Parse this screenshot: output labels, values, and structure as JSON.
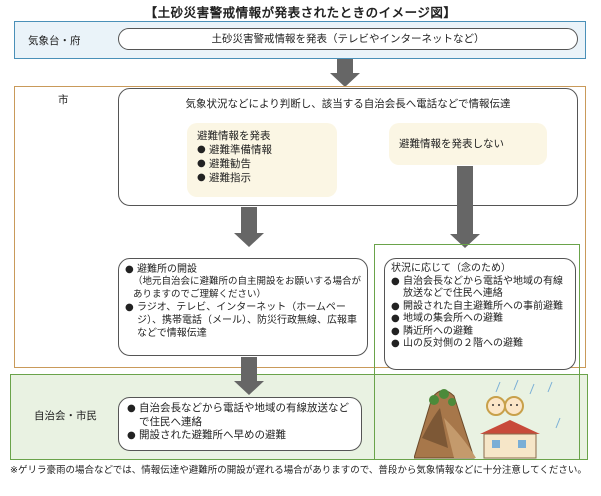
{
  "title": "【土砂災害警戒情報が発表されたときのイメージ図】",
  "agency": {
    "label": "気象台・府",
    "box": "土砂災害警戒情報を発表（テレビやインターネットなど）"
  },
  "city": {
    "label": "市",
    "top_box": "気象状況などにより判断し、該当する自治会長へ電話などで情報伝達",
    "issue": {
      "heading": "避難情報を発表",
      "items": [
        "避難準備情報",
        "避難勧告",
        "避難指示"
      ]
    },
    "no_issue": "避難情報を発表しない",
    "shelter": {
      "items": [
        "避難所の開設",
        "ラジオ、テレビ、インターネット（ホームページ）、携帯電話（メール）、防災行政無線、広報車などで情報伝達"
      ],
      "note": "（地元自治会に避難所の自主開設をお願いする場合がありますのでご理解ください）"
    }
  },
  "situation": {
    "heading": "状況に応じて（念のため）",
    "items": [
      "自治会長などから電話や地域の有線放送などで住民へ連絡",
      "開設された自主避難所への事前避難",
      "地域の集会所への避難",
      "隣近所への避難",
      "山の反対側の２階への避難"
    ]
  },
  "residents": {
    "label": "自治会・市民",
    "items": [
      "自治会長などから電話や地域の有線放送などで住民へ連絡",
      "開設された避難所へ早めの避難"
    ]
  },
  "footnote": "※ゲリラ豪雨の場合などでは、情報伝達や避難所の開設が遅れる場合がありますので、普段から気象情報などに十分注意してください。",
  "colors": {
    "agency_border": "#4a90b8",
    "city_border": "#c99a5a",
    "resident_border": "#6aa34a",
    "arrow": "#666666"
  }
}
